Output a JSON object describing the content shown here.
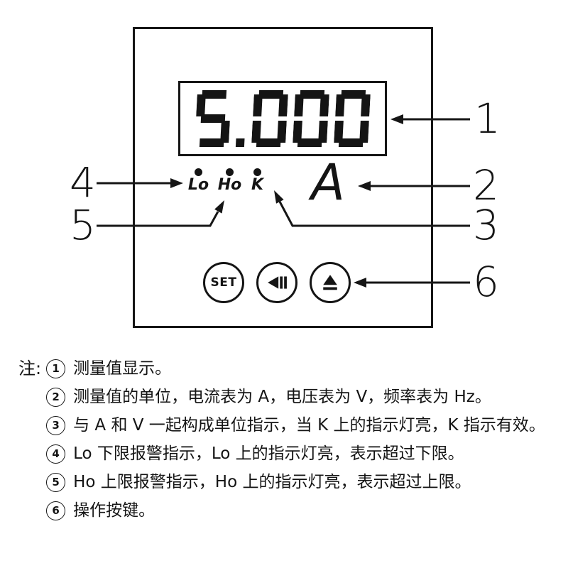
{
  "device": {
    "display_value": "5.000",
    "indicators": [
      {
        "label": "Lo"
      },
      {
        "label": "Ho"
      },
      {
        "label": "K"
      }
    ],
    "unit": "A",
    "buttons": [
      {
        "label": "SET"
      },
      {
        "icon": "left-triangle-bars-icon"
      },
      {
        "icon": "up-triangle-bar-icon"
      }
    ]
  },
  "callouts": [
    "1",
    "2",
    "3",
    "4",
    "5",
    "6"
  ],
  "colors": {
    "ink": "#141414",
    "background": "#ffffff"
  },
  "notes": {
    "prefix": "注:",
    "items": [
      {
        "num": "1",
        "text": "测量值显示。"
      },
      {
        "num": "2",
        "text": "测量值的单位，电流表为 A，电压表为 V，频率表为 Hz。"
      },
      {
        "num": "3",
        "text": "与 A 和 V 一起构成单位指示，当 K 上的指示灯亮，K 指示有效。"
      },
      {
        "num": "4",
        "text": "Lo 下限报警指示，Lo 上的指示灯亮，表示超过下限。"
      },
      {
        "num": "5",
        "text": "Ho 上限报警指示，Ho 上的指示灯亮，表示超过上限。"
      },
      {
        "num": "6",
        "text": "操作按键。"
      }
    ]
  }
}
